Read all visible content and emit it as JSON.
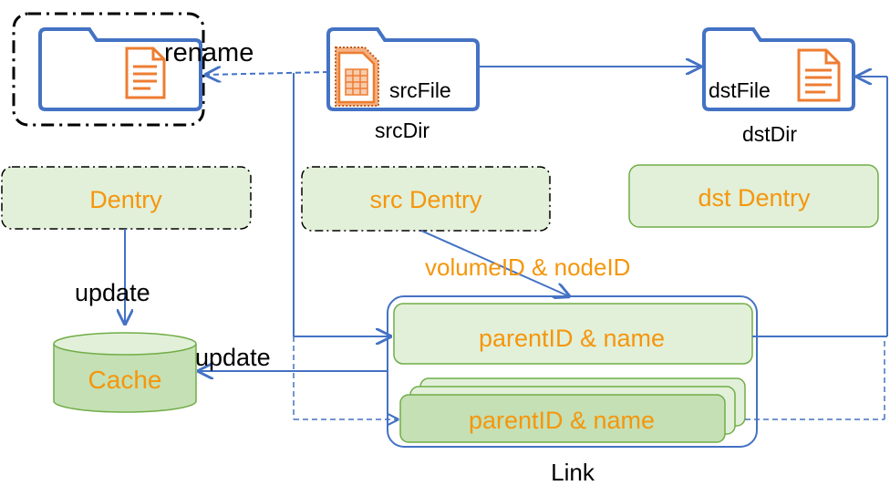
{
  "diagram": {
    "labels": {
      "rename": "rename",
      "src_file": "srcFile",
      "src_dir": "srcDir",
      "dst_file": "dstFile",
      "dst_dir": "dstDir",
      "dentry": "Dentry",
      "src_dentry": "src Dentry",
      "dst_dentry": "dst Dentry",
      "update_1": "update",
      "update_2": "update",
      "cache": "Cache",
      "volume_node": "volumeID & nodeID",
      "parent_name_1": "parentID & name",
      "parent_name_2": "parentID & name",
      "link": "Link"
    },
    "colors": {
      "blue": "#4472C4",
      "orange": "#F5960C",
      "green_fill": "#E2F0D9",
      "green_dark_fill": "#C5E0B4",
      "green_stroke": "#70AD47",
      "black": "#000000"
    }
  }
}
